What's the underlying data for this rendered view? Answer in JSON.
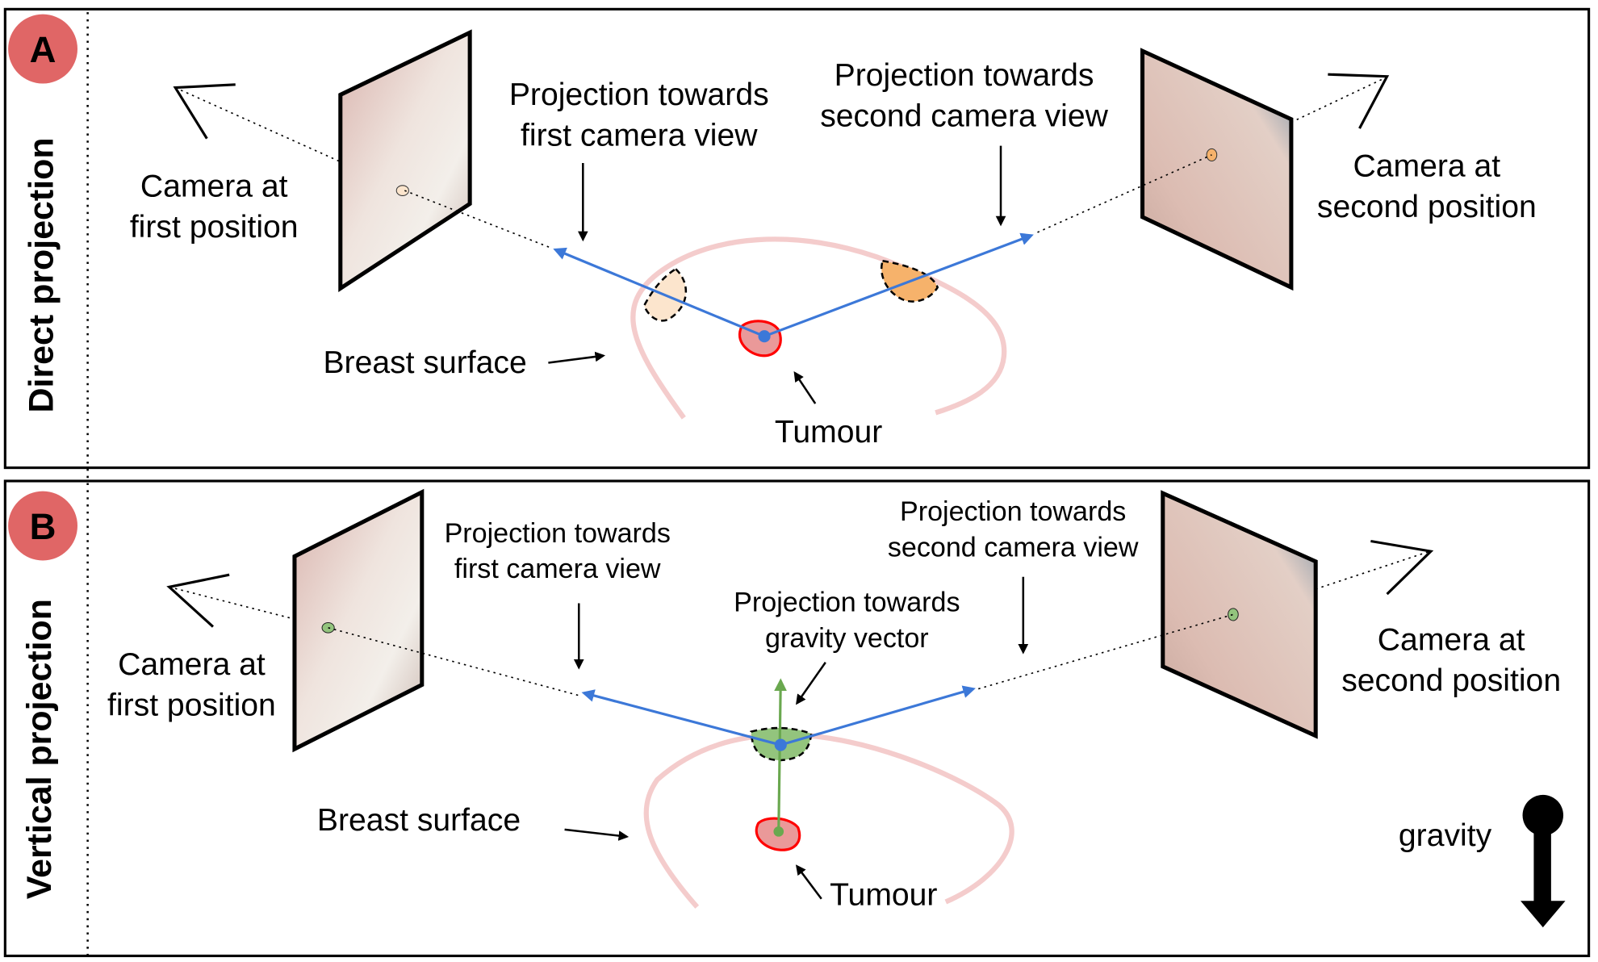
{
  "colors": {
    "badge": "#e06666",
    "projection_arrow": "#3c78d8",
    "gravity_arrow": "#6aa84f",
    "breast_surface": "#f4cccc",
    "tumour_fill": "#ea9999",
    "tumour_stroke": "#ff0000",
    "projection_a_first": "#fce5cd",
    "projection_a_second": "#f6b26b",
    "projection_b": "#93c47d"
  },
  "panels": [
    {
      "id": "A",
      "badge": "A",
      "side_label": "Direct projection",
      "camera_first": [
        "Camera at",
        "first position"
      ],
      "camera_second": [
        "Camera at",
        "second position"
      ],
      "proj_first": [
        "Projection towards",
        "first camera view"
      ],
      "proj_second": [
        "Projection towards",
        "second camera view"
      ],
      "breast_surface": "Breast surface",
      "tumour": "Tumour"
    },
    {
      "id": "B",
      "badge": "B",
      "side_label": "Vertical projection",
      "camera_first": [
        "Camera at",
        "first position"
      ],
      "camera_second": [
        "Camera at",
        "second position"
      ],
      "proj_first": [
        "Projection towards",
        "first camera view"
      ],
      "proj_second": [
        "Projection towards",
        "second camera view"
      ],
      "proj_gravity": [
        "Projection towards",
        "gravity vector"
      ],
      "breast_surface": "Breast surface",
      "tumour": "Tumour",
      "gravity": "gravity"
    }
  ]
}
